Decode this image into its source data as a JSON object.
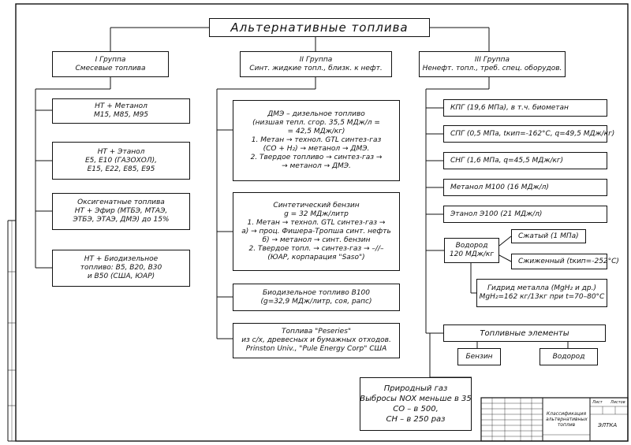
{
  "title": "Альтернативные топлива",
  "groups": [
    {
      "line1": "I Группа",
      "line2": "Смесевые топлива"
    },
    {
      "line1": "II Группа",
      "line2": "Синт. жидкие топл., близк. к нефт."
    },
    {
      "line1": "III Группа",
      "line2": "Ненефт. топл., треб. спец. оборудов."
    }
  ],
  "group1": [
    {
      "lines": [
        "НТ + Метанол",
        "М15, М85, М95"
      ]
    },
    {
      "lines": [
        "НТ + Этанол",
        "Е5, Е10 (ГАЗОХОЛ),",
        "Е15, Е22, Е85, Е95"
      ]
    },
    {
      "lines": [
        "Оксигенатные топлива",
        "НТ + Эфир (МТБЭ, МТАЭ,",
        "ЭТБЭ, ЭТАЭ, ДМЭ) до 15%"
      ]
    },
    {
      "lines": [
        "НТ + Биодизельное",
        "топливо: В5, В20, В30",
        "и В50 (США, ЮАР)"
      ]
    }
  ],
  "group2": [
    {
      "lines": [
        "ДМЭ – дизельное топливо",
        "(низшая тепл. сгор. 35,5 МДж/л =",
        "= 42,5 МДж/кг)",
        "1. Метан → технол. GTL синтез-газ",
        "(CO + H₂) → метанол → ДМЭ.",
        "2. Твердое топливо → синтез-газ →",
        "→ метанол → ДМЭ."
      ]
    },
    {
      "lines": [
        "Синтетический бензин",
        "g = 32 МДж/литр",
        "1. Метан → технол. GTL синтез-газ →",
        "а) → проц. Фишера-Тропша синт. нефть",
        "б) → метанол → синт. бензин",
        "2. Твердое топл. → синтез-газ → –//–",
        "(ЮАР, корпарация \"Saso\")"
      ]
    },
    {
      "lines": [
        "Биодизельное топливо В100",
        "(g=32,9 МДж/литр, соя, рапс)"
      ]
    },
    {
      "lines": [
        "Топлива \"Peseries\"",
        "из с/х, древесных и бумажных отходов.",
        "Prinston Univ., \"Pule Energy Corp\" США"
      ]
    }
  ],
  "group3": [
    {
      "text": "КПГ (19,6 МПа), в т.ч. биометан"
    },
    {
      "text": "СПГ (0,5 МПа, tкип=-162°С, q=49,5 МДж/кг)"
    },
    {
      "text": "СНГ (1,6 МПа, q=45,5 МДж/кг)"
    },
    {
      "text": "Метанол  М100 (16 МДж/л)"
    },
    {
      "text": "Этанол  Э100 (21 МДж/л)"
    }
  ],
  "hydrogen": {
    "main": [
      "Водород",
      "120 МДж/кг"
    ],
    "compressed": "Сжатый (1 МПа)",
    "liquefied": "Сжиженный (tкип=-252°С)",
    "hydride": [
      "Гидрид металла (MgH₂ и др.)",
      "MgH₂=162 кг/13кг при t=70–80°С"
    ]
  },
  "fuel_cells": {
    "title": "Топливные элементы",
    "gasoline": "Бензин",
    "hydrogen": "Водород"
  },
  "natural_gas": {
    "lines": [
      "Природный газ",
      "Выбросы NOX меньше в 35",
      "СО – в 500,",
      "СН – в 250 раз"
    ]
  },
  "title_block": {
    "doc_name": "Классификация альтернативных топлив",
    "org": "ЭЛТКА",
    "sheet_label": "Лист",
    "sheets_label": "Листов"
  }
}
